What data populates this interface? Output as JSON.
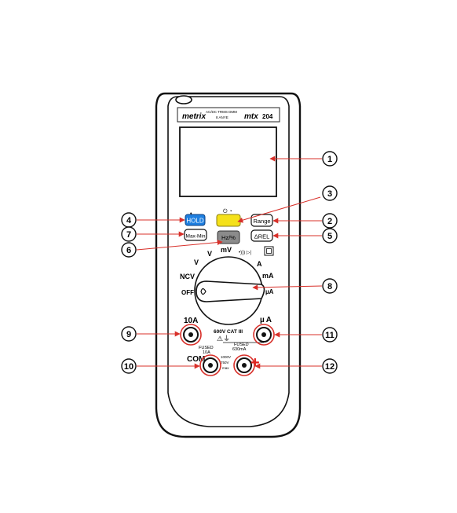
{
  "brand": {
    "maker": "metrix",
    "subtitle": "AC/DC TRMS DMM",
    "subtitle2": "8 ANYE",
    "model_logo": "mtx",
    "model_number": "204"
  },
  "buttons": {
    "hold": "HOLD",
    "range": "Range",
    "maxmin": "Max-Min",
    "hz": "Hz/%",
    "rel": "ΔREL",
    "yellow_icons": "⏻ ◔"
  },
  "dial": {
    "mv": "mV",
    "v": "V",
    "vac_dc": "V",
    "ncv": "NCV",
    "off": "OFF",
    "a": "A",
    "ma": "mA",
    "ua": "µA"
  },
  "terminals": {
    "ten_a": "10A",
    "ua_ma": "µ A",
    "cat": "600V CAT III",
    "fused_left": "FUSED",
    "fused_left_rating": "10A",
    "fused_right": "FUSED",
    "fused_right_rating": "630mA",
    "com": "COM",
    "v_max_1": "1000V",
    "v_max_2": "750V",
    "v_max_3": "max",
    "plus": "+"
  },
  "callouts": [
    "1",
    "2",
    "3",
    "4",
    "5",
    "6",
    "7",
    "8",
    "9",
    "10",
    "11",
    "12"
  ],
  "colors": {
    "hold_blue": "#1e7fe0",
    "yellow_key": "#f5e11a",
    "hz_gray": "#8b8b8b",
    "callout_red": "#d8302a",
    "plus_red": "#e0201c"
  }
}
